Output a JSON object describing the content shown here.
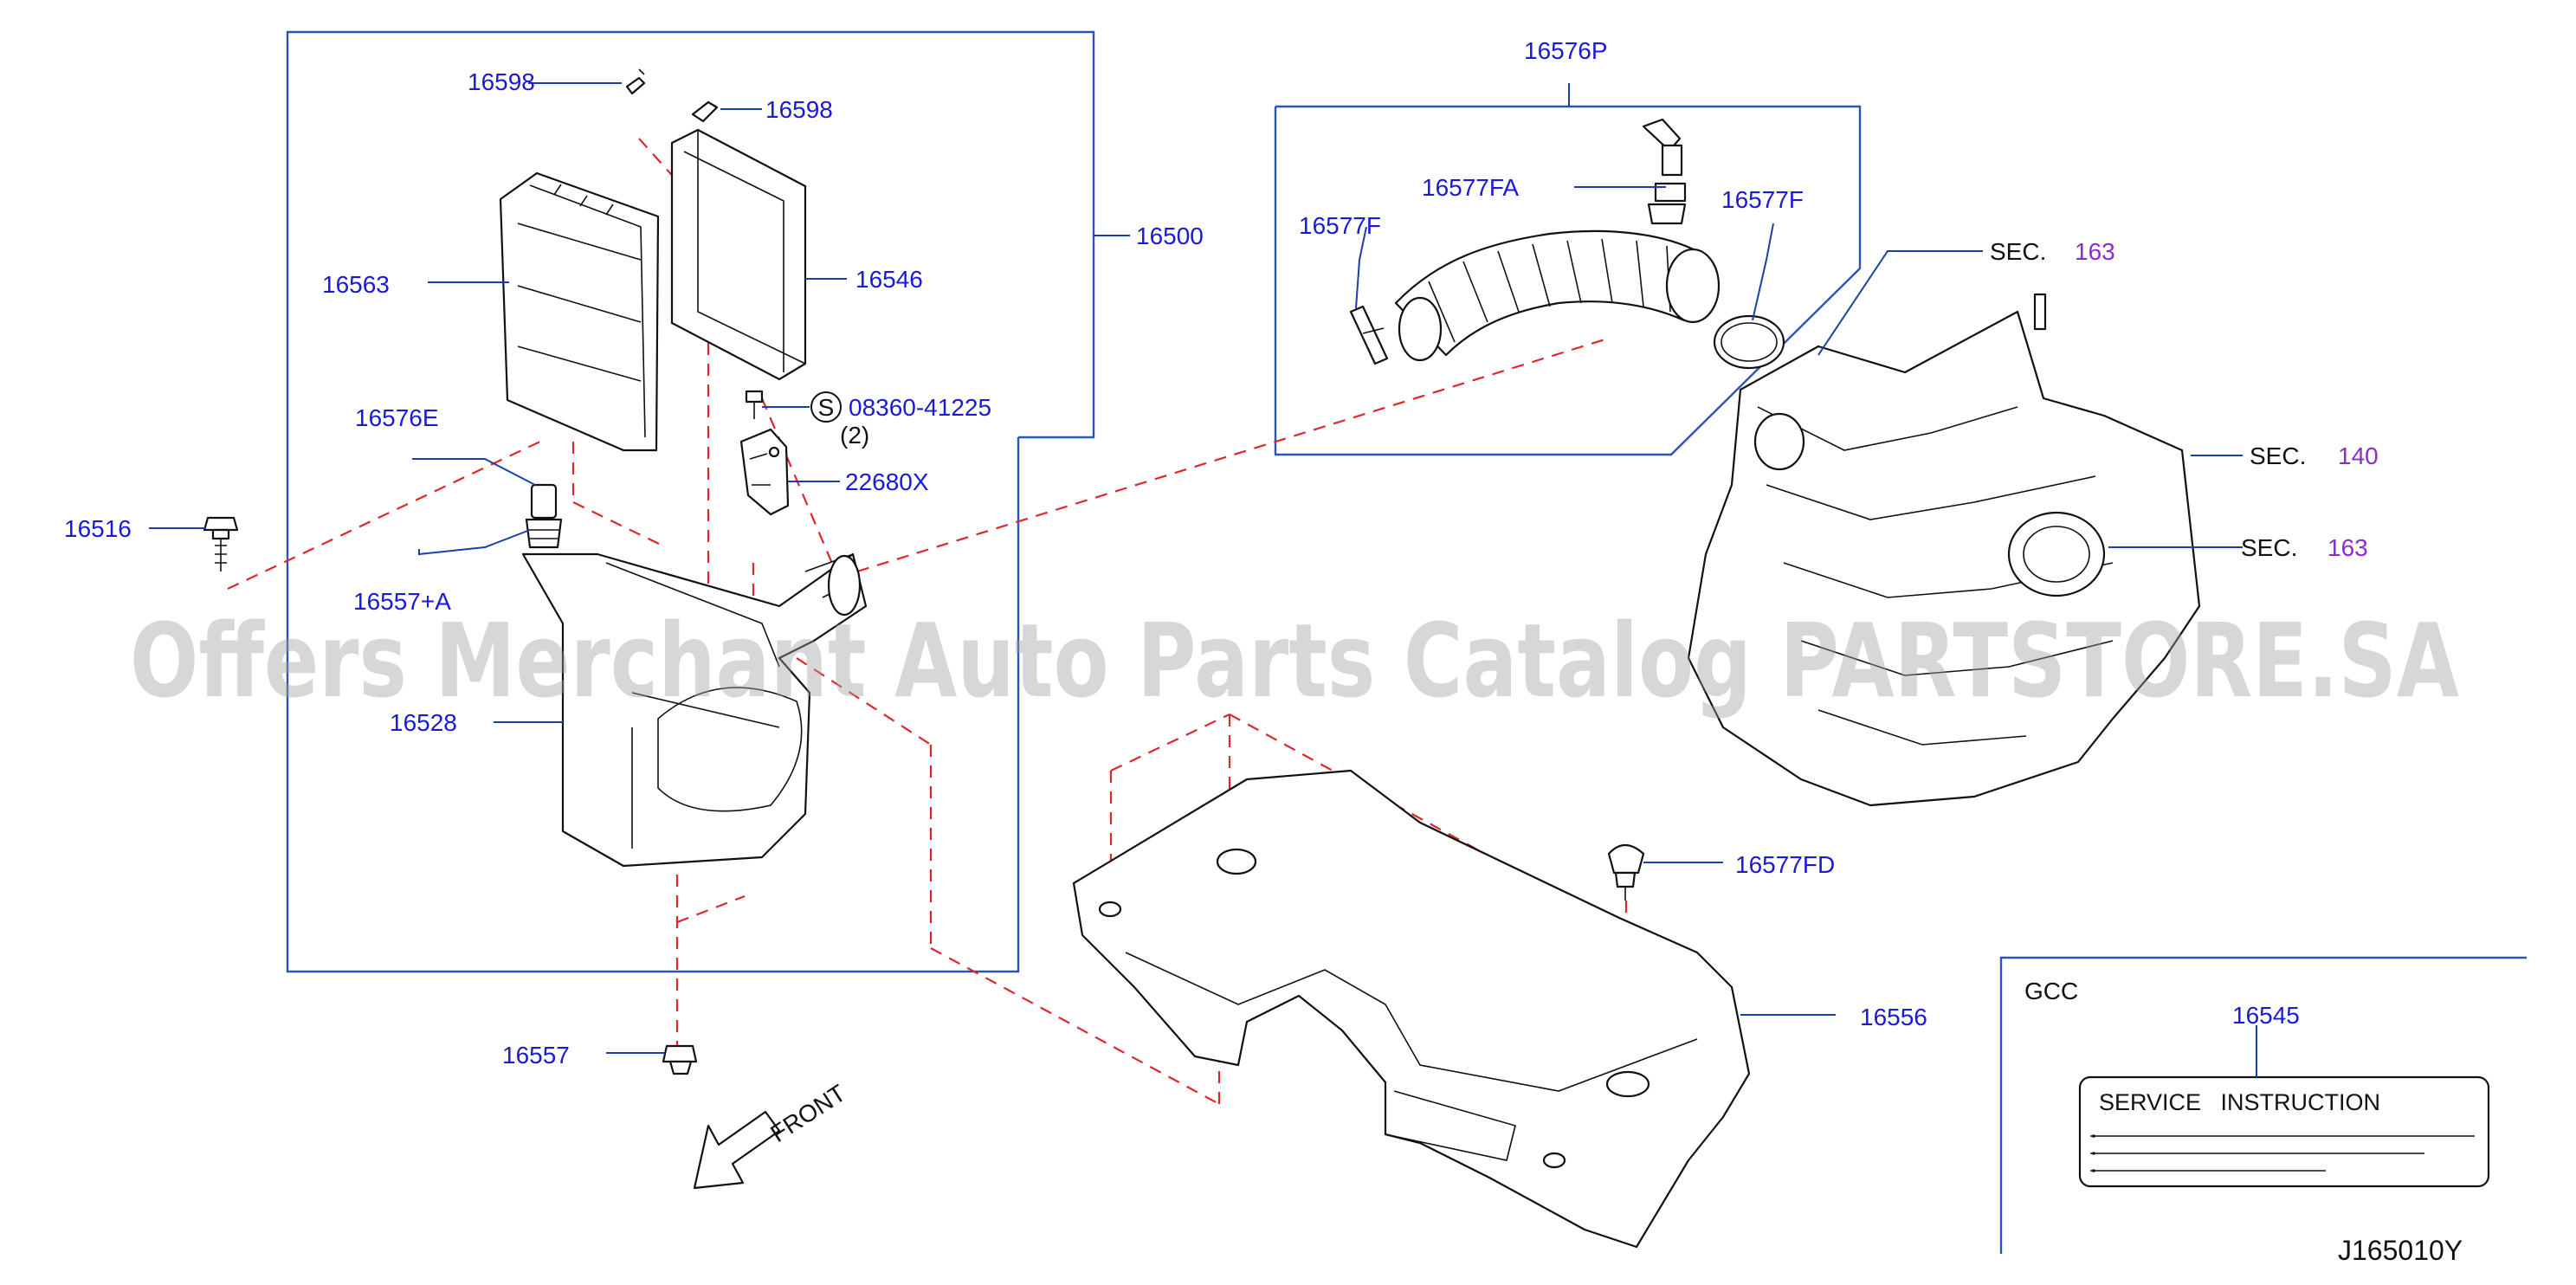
{
  "diagram_code": "J165010Y",
  "watermark": "Offers Merchant Auto Parts Catalog PARTSTORE.SA",
  "direction_label": "FRONT",
  "callouts": {
    "p16598a": "16598",
    "p16598b": "16598",
    "p16563": "16563",
    "p16546": "16546",
    "p16500": "16500",
    "p16576E": "16576E",
    "p08360": "08360-41225",
    "p08360_qty": "(2)",
    "p08360_symbol": "S",
    "p22680X": "22680X",
    "p16516": "16516",
    "p16557A": "16557+A",
    "p16528": "16528",
    "p16557": "16557",
    "p16576P": "16576P",
    "p16577FA": "16577FA",
    "p16577Fa": "16577F",
    "p16577Fb": "16577F",
    "p16577FD": "16577FD",
    "p16556": "16556"
  },
  "section_refs": [
    {
      "label": "SEC.",
      "number": "163"
    },
    {
      "label": "SEC.",
      "number": "140"
    },
    {
      "label": "SEC.",
      "number": "163"
    }
  ],
  "gcc_box": {
    "region": "GCC",
    "part_number": "16545",
    "label_title": "SERVICE   INSTRUCTION"
  },
  "colors": {
    "part_number": "#1a1ad6",
    "section_number": "#8a2bd6",
    "leader_line": "#1a3fa8",
    "dashed_line": "#e0262a",
    "watermark": "#a0a0a0"
  }
}
